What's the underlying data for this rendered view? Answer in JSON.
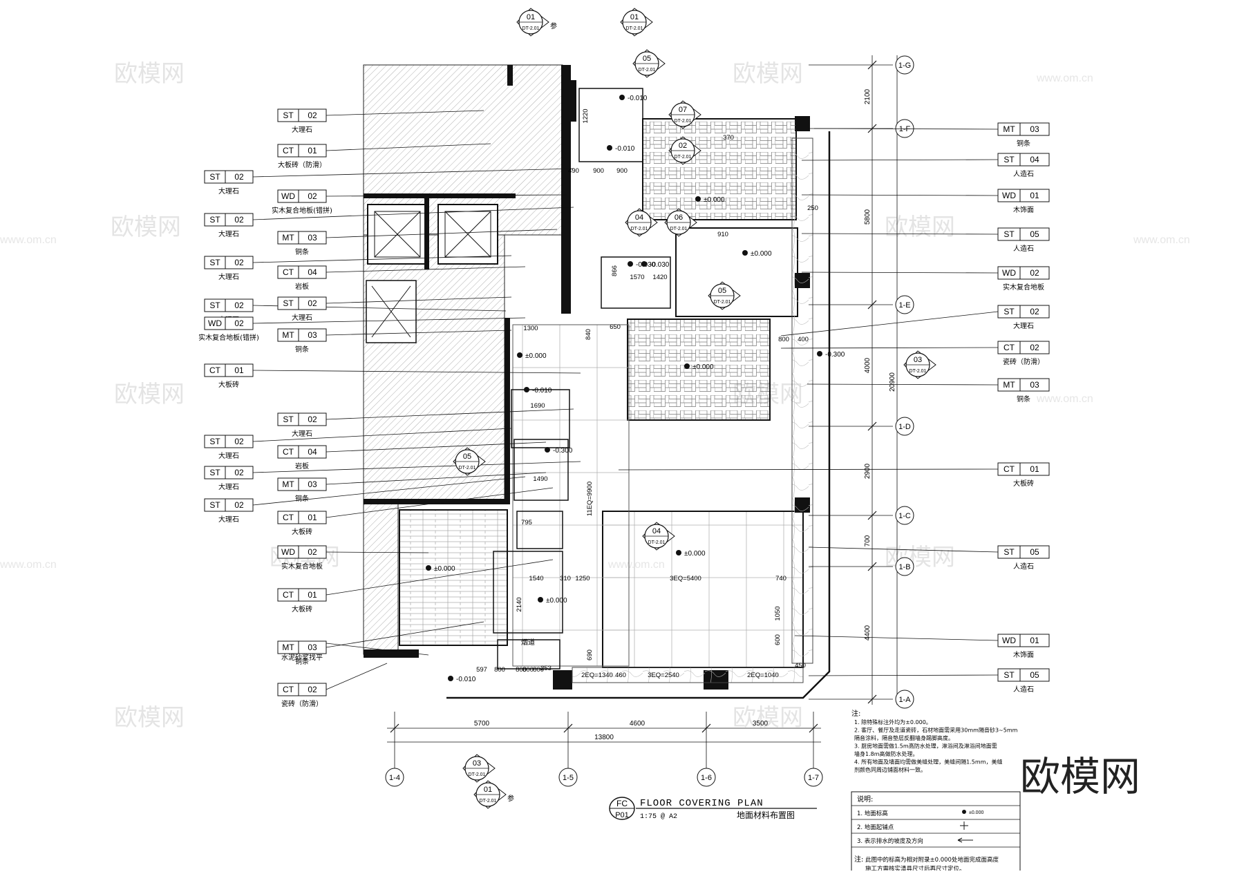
{
  "watermark": {
    "text": "欧模网",
    "site": "www.om.cn"
  },
  "logo": {
    "text": "欧模网"
  },
  "title_block": {
    "code_top": "FC",
    "code_bottom": "P01",
    "title": "FLOOR COVERING PLAN",
    "scale": "1:75 @ A2",
    "title_cn": "地面材料布置图"
  },
  "left_tags": [
    {
      "code": "ST",
      "num": "02",
      "label": "大理石"
    },
    {
      "code": "CT",
      "num": "01",
      "label": "大板砖（防滑）"
    },
    {
      "code": "ST",
      "num": "02",
      "label": "大理石"
    },
    {
      "code": "WD",
      "num": "02",
      "label": "实木复合地板(错拼)"
    },
    {
      "code": "ST",
      "num": "02",
      "label": "大理石"
    },
    {
      "code": "MT",
      "num": "03",
      "label": "铜条"
    },
    {
      "code": "ST",
      "num": "02",
      "label": "大理石"
    },
    {
      "code": "CT",
      "num": "04",
      "label": "岩板"
    },
    {
      "code": "ST",
      "num": "02",
      "label": "大理石"
    },
    {
      "code": "ST",
      "num": "02",
      "label": "大理石"
    },
    {
      "code": "WD",
      "num": "02",
      "label": "实木复合地板(错拼)"
    },
    {
      "code": "MT",
      "num": "03",
      "label": "铜条"
    },
    {
      "code": "CT",
      "num": "01",
      "label": "大板砖"
    },
    {
      "code": "ST",
      "num": "02",
      "label": "大理石"
    },
    {
      "code": "ST",
      "num": "02",
      "label": "大理石"
    },
    {
      "code": "CT",
      "num": "04",
      "label": "岩板"
    },
    {
      "code": "ST",
      "num": "02",
      "label": "大理石"
    },
    {
      "code": "MT",
      "num": "03",
      "label": "铜条"
    },
    {
      "code": "ST",
      "num": "02",
      "label": "大理石"
    },
    {
      "code": "CT",
      "num": "01",
      "label": "大板砖"
    },
    {
      "code": "WD",
      "num": "02",
      "label": "实木复合地板"
    },
    {
      "code": "CT",
      "num": "01",
      "label": "大板砖"
    },
    {
      "code": "",
      "num": "",
      "label": "水泥砂浆找平"
    },
    {
      "code": "MT",
      "num": "03",
      "label": "铜条"
    },
    {
      "code": "CT",
      "num": "02",
      "label": "瓷砖（防滑）"
    }
  ],
  "right_tags": [
    {
      "code": "MT",
      "num": "03",
      "label": "铜条"
    },
    {
      "code": "ST",
      "num": "04",
      "label": "人造石"
    },
    {
      "code": "WD",
      "num": "01",
      "label": "木饰面"
    },
    {
      "code": "ST",
      "num": "05",
      "label": "人造石"
    },
    {
      "code": "WD",
      "num": "02",
      "label": "实木复合地板"
    },
    {
      "code": "ST",
      "num": "02",
      "label": "大理石"
    },
    {
      "code": "CT",
      "num": "02",
      "label": "瓷砖（防滑）"
    },
    {
      "code": "MT",
      "num": "03",
      "label": "铜条"
    },
    {
      "code": "CT",
      "num": "01",
      "label": "大板砖"
    },
    {
      "code": "ST",
      "num": "05",
      "label": "人造石"
    },
    {
      "code": "WD",
      "num": "01",
      "label": "木饰面"
    },
    {
      "code": "ST",
      "num": "05",
      "label": "人造石"
    }
  ],
  "grid_right": [
    "1-G",
    "1-F",
    "1-E",
    "1-D",
    "1-C",
    "1-B",
    "1-A"
  ],
  "grid_bottom": [
    "1-4",
    "1-5",
    "1-6",
    "1-7"
  ],
  "right_dims": [
    "2100",
    "5800",
    "4000",
    "2900",
    "700",
    "4400",
    "20900"
  ],
  "bottom_dims": [
    "5700",
    "4600",
    "3500",
    "13800"
  ],
  "detail_callouts": [
    {
      "num": "01",
      "ref": "DT-2.01",
      "note": "参"
    },
    {
      "num": "01",
      "ref": "DT-2.01",
      "note": ""
    },
    {
      "num": "05",
      "ref": "DT-2.01",
      "note": ""
    },
    {
      "num": "07",
      "ref": "DT-2.01",
      "note": ""
    },
    {
      "num": "02",
      "ref": "DT-2.01",
      "note": ""
    },
    {
      "num": "04",
      "ref": "DT-2.01",
      "note": ""
    },
    {
      "num": "06",
      "ref": "DT-2.01",
      "note": ""
    },
    {
      "num": "05",
      "ref": "DT-2.01",
      "note": ""
    },
    {
      "num": "03",
      "ref": "DT-2.01",
      "note": ""
    },
    {
      "num": "05",
      "ref": "DT-2.01",
      "note": ""
    },
    {
      "num": "04",
      "ref": "DT-2.01",
      "note": ""
    },
    {
      "num": "03",
      "ref": "DT-2.01",
      "note": ""
    },
    {
      "num": "01",
      "ref": "DT-2.01",
      "note": "参"
    }
  ],
  "elevations": [
    "±0.000",
    "±0.000",
    "±0.000",
    "±0.000",
    "±0.000",
    "±0.000",
    "±0.000",
    "-0.010",
    "-0.010",
    "-0.030",
    "-0.030",
    "-0.300",
    "-0.300",
    "-0.010",
    "-0.010"
  ],
  "plan_dims": [
    "490",
    "900",
    "900",
    "910",
    "1570",
    "1420",
    "650",
    "1300",
    "800",
    "400",
    "1690",
    "1490",
    "795",
    "1540",
    "310",
    "1250",
    "3EQ=5400",
    "740",
    "1050",
    "600",
    "2140",
    "597",
    "800",
    "800",
    "800",
    "800",
    "253",
    "2EQ=1340",
    "460",
    "3EQ=2540",
    "2EQ=1040",
    "450",
    "11EQ=9900",
    "370",
    "250",
    "1220",
    "866",
    "840",
    "690"
  ],
  "room_labels": [
    "烟道"
  ],
  "notes": {
    "heading": "注:",
    "lines": [
      "1. 除特殊标注外均为±0.000。",
      "2. 客厅、餐厅及走道瓷砖，石材地面需采用30mm隔音砂3~5mm",
      "   隔音涂料，隔音垫层反翻墙身踢脚高度。",
      "3. 厨房地面需做1.5m高防水处理，淋浴间及淋浴间地面需",
      "   墙身1.8m高做防水处理。",
      "4. 所有地面及墙面均需做美缝处理，美缝间隔1.5mm，美缝",
      "   剂颜色同周边铺面材料一致。"
    ]
  },
  "legend": {
    "heading": "说明:",
    "items": [
      {
        "label": "1. 地面标高",
        "sym": "±0.000"
      },
      {
        "label": "2. 地面起铺点",
        "sym": ""
      },
      {
        "label": "3. 表示排水的坡度及方向",
        "sym": ""
      }
    ],
    "footer_heading": "注:",
    "footer": [
      "此图中的标高为相对附录±0.000处地面完成面高度",
      "施工方需核实清具尺寸后再尺寸定位。"
    ]
  }
}
